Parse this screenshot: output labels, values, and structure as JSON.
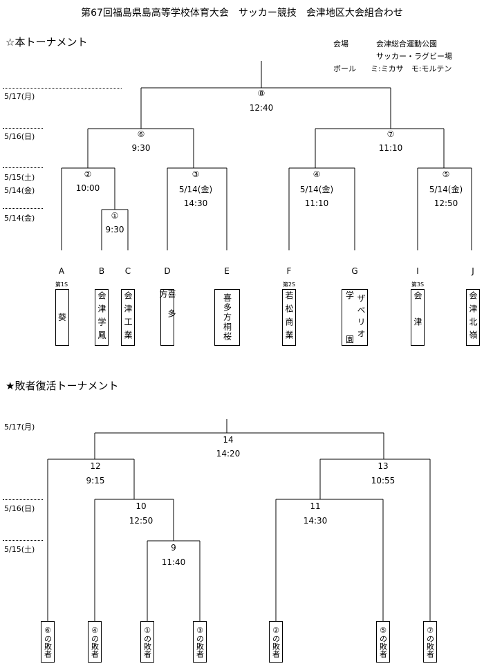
{
  "title": "第67回福島県島高等学校体育大会　サッカー競技　会津地区大会組合わせ",
  "main_section": "☆本トーナメント",
  "venue": {
    "label": "会場",
    "name1": "会津総合運動公園",
    "name2": "サッカー・ラグビー場",
    "ball_label": "ボール",
    "ball_info": "ミ:ミカサ　モ:モルテン"
  },
  "dates": {
    "d517": "5/17(月)",
    "d516": "5/16(日)",
    "d515": "5/15(土)",
    "d514a": "5/14(金)",
    "d514b": "5/14(金)"
  },
  "matches": {
    "m8": {
      "num": "⑧",
      "time": "12:40"
    },
    "m6": {
      "num": "⑥",
      "time": "9:30"
    },
    "m7": {
      "num": "⑦",
      "time": "11:10"
    },
    "m2": {
      "num": "②",
      "time": "10:00"
    },
    "m3": {
      "num": "③",
      "date": "5/14(金)",
      "time": "14:30"
    },
    "m4": {
      "num": "④",
      "date": "5/14(金)",
      "time": "11:10"
    },
    "m5": {
      "num": "⑤",
      "date": "5/14(金)",
      "time": "12:50"
    },
    "m1": {
      "num": "①",
      "time": "9:30"
    }
  },
  "slots": {
    "A": {
      "letter": "A",
      "seed": "第1S",
      "school": "葵"
    },
    "B": {
      "letter": "B",
      "school": "会津学鳳"
    },
    "C": {
      "letter": "C",
      "school": "会津工業"
    },
    "D": {
      "letter": "D",
      "school": "喜多方"
    },
    "E": {
      "letter": "E",
      "school": "喜多方桐桜"
    },
    "F": {
      "letter": "F",
      "seed": "第2S",
      "school": "若松商業"
    },
    "G": {
      "letter": "G",
      "school_r": "ザベリオ",
      "school_l": "学",
      "school_l2": "園"
    },
    "I": {
      "letter": "I",
      "seed": "第3S",
      "school": "会津"
    },
    "J": {
      "letter": "J",
      "school": "会津北嶺"
    }
  },
  "rep_section": "★敗者復活トーナメント",
  "rep_dates": {
    "d517": "5/17(月)",
    "d516": "5/16(日)",
    "d515": "5/15(土)"
  },
  "rep_matches": {
    "r14": {
      "num": "14",
      "time": "14:20"
    },
    "r12": {
      "num": "12",
      "time": "9:15"
    },
    "r13": {
      "num": "13",
      "time": "10:55"
    },
    "r10": {
      "num": "10",
      "time": "12:50"
    },
    "r11": {
      "num": "11",
      "time": "14:30"
    },
    "r9": {
      "num": "9",
      "time": "11:40"
    }
  },
  "losers": [
    "⑥の敗者",
    "④の敗者",
    "①の敗者",
    "③の敗者",
    "②の敗者",
    "⑤の敗者",
    "⑦の敗者"
  ]
}
